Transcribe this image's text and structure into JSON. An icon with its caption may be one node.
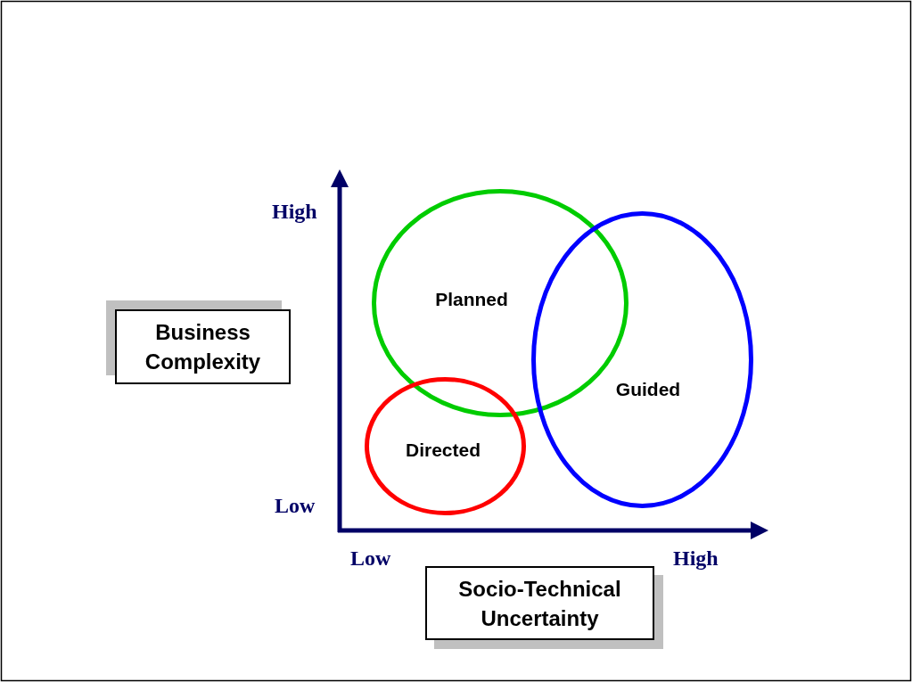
{
  "diagram": {
    "nodes": [
      {
        "text": [
          "Planned"
        ]
      },
      {
        "text": [
          "Business Complexity"
        ]
      },
      {
        "text": [
          "Guided"
        ]
      },
      {
        "text": [
          "Directed"
        ]
      },
      {
        "text": [
          "Socio-Technical Uncertainty"
        ]
      }
    ],
    "labels": [
      "High",
      "Low",
      "Low",
      "High"
    ]
  }
}
